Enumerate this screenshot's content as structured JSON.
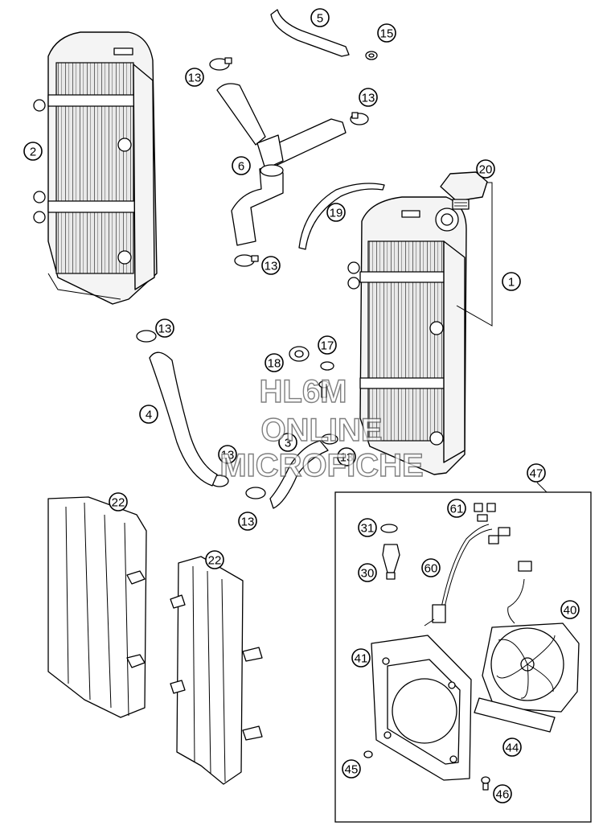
{
  "watermark": {
    "line1": "HL6M",
    "line2": "ONLINE",
    "line3": "MICROFICHE"
  },
  "callouts": [
    {
      "id": "c1",
      "label": "1"
    },
    {
      "id": "c2",
      "label": "2"
    },
    {
      "id": "c3",
      "label": "3"
    },
    {
      "id": "c4",
      "label": "4"
    },
    {
      "id": "c5",
      "label": "5"
    },
    {
      "id": "c6",
      "label": "6"
    },
    {
      "id": "c13a",
      "label": "13"
    },
    {
      "id": "c13b",
      "label": "13"
    },
    {
      "id": "c13c",
      "label": "13"
    },
    {
      "id": "c13d",
      "label": "13"
    },
    {
      "id": "c13e",
      "label": "13"
    },
    {
      "id": "c13f",
      "label": "13"
    },
    {
      "id": "c13g",
      "label": "13"
    },
    {
      "id": "c15",
      "label": "15"
    },
    {
      "id": "c17",
      "label": "17"
    },
    {
      "id": "c18",
      "label": "18"
    },
    {
      "id": "c19",
      "label": "19"
    },
    {
      "id": "c20",
      "label": "20"
    },
    {
      "id": "c22a",
      "label": "22"
    },
    {
      "id": "c22b",
      "label": "22"
    },
    {
      "id": "c30",
      "label": "30"
    },
    {
      "id": "c31",
      "label": "31"
    },
    {
      "id": "c40",
      "label": "40"
    },
    {
      "id": "c41",
      "label": "41"
    },
    {
      "id": "c44",
      "label": "44"
    },
    {
      "id": "c45",
      "label": "45"
    },
    {
      "id": "c46",
      "label": "46"
    },
    {
      "id": "c47",
      "label": "47"
    },
    {
      "id": "c60",
      "label": "60"
    },
    {
      "id": "c61",
      "label": "61"
    }
  ]
}
